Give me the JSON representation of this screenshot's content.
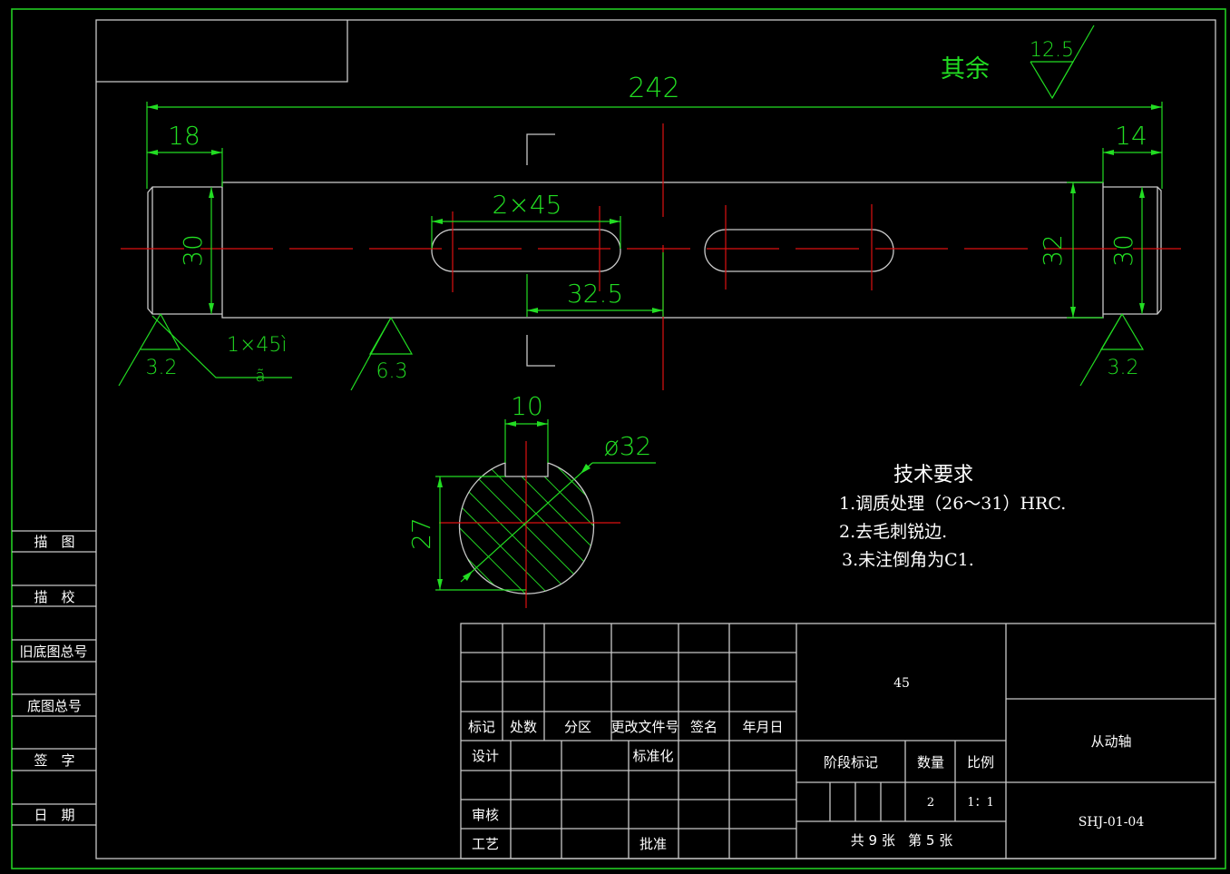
{
  "drawing": {
    "title": "从动轴",
    "drawing_number": "SHJ-01-04",
    "material": "45",
    "quantity": "2",
    "scale": "1：1",
    "sheet_info": "共 9 张   第 5 张",
    "colors": {
      "background": "#000000",
      "outline": "#c8c8c8",
      "dimension": "#22dd22",
      "centerline": "#dd1111",
      "border": "#22cc22",
      "text": "#ffffff"
    }
  },
  "roughness": {
    "general_label": "其余",
    "general_value": "12.5",
    "left_journal": "3.2",
    "shaft_body": "6.3",
    "right_journal": "3.2"
  },
  "dimensions": {
    "overall_length": "242",
    "left_step_length": "18",
    "right_step_length": "14",
    "left_journal_dia": "30",
    "right_body_dia": "32",
    "right_journal_dia": "30",
    "keyway_spec": "2×45",
    "keyway_offset": "32.5",
    "chamfer_note": "1×45ì",
    "chamfer_note_sub": "ã",
    "section_key_width": "10",
    "section_diameter": "ø32",
    "section_depth": "27"
  },
  "technical_requirements": {
    "heading": "技术要求",
    "items": [
      "1.调质处理（26～31）HRC.",
      "2.去毛刺锐边.",
      "3.未注倒角为C1."
    ]
  },
  "side_block": {
    "rows": [
      "描　图",
      "描　校",
      "旧底图总号",
      "底图总号",
      "签　字",
      "日　期"
    ]
  },
  "revision_table": {
    "headers": [
      "标记",
      "处数",
      "分区",
      "更改文件号",
      "签名",
      "年月日"
    ]
  },
  "approval_table": {
    "design": "设计",
    "standardization": "标准化",
    "review": "审核",
    "process": "工艺",
    "approve": "批准"
  },
  "stage_table": {
    "stage_mark": "阶段标记",
    "quantity_label": "数量",
    "scale_label": "比例"
  }
}
